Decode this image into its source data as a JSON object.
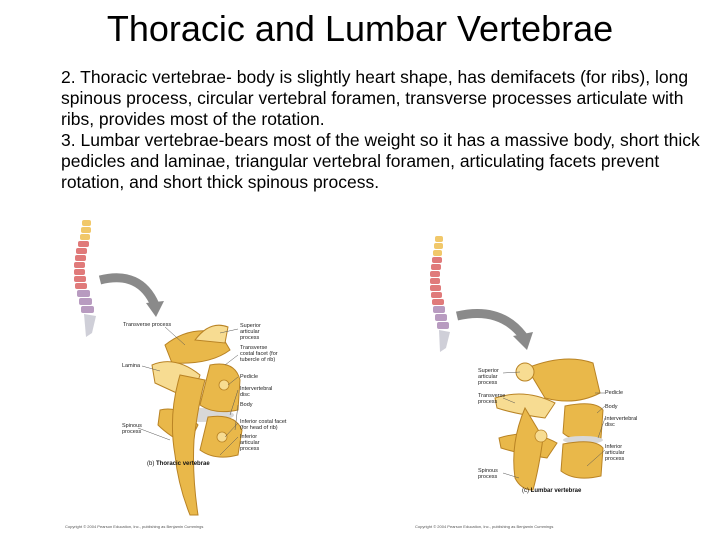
{
  "title": "Thoracic and Lumbar Vertebrae",
  "paragraphs": [
    "2.  Thoracic vertebrae- body is slightly heart shape, has demifacets (for ribs), long spinous process, circular vertebral foramen, transverse processes articulate with ribs, provides most of the rotation.",
    "3.  Lumbar vertebrae-bears most of the weight so it has a massive body, short thick pedicles and laminae,  triangular vertebral foramen, articulating facets prevent rotation, and short thick spinous process."
  ],
  "thoracic_figure": {
    "letter": "(b)",
    "caption": "Thoracic vertebrae",
    "labels": {
      "transverse_process": "Transverse process",
      "superior_articular_process": "Superior\narticular\nprocess",
      "transverse_costal_facet": "Transverse\ncostal facet (for\ntubercle of rib)",
      "lamina": "Lamina",
      "pedicle": "Pedicle",
      "intervertebral_disc": "Intervertebral\ndisc",
      "body": "Body",
      "spinous_process": "Spinous\nprocess",
      "inferior_costal_facet": "Inferior costal facet\n(for head of rib)",
      "inferior_articular_process": "Inferior\narticular\nprocess"
    },
    "copyright": "Copyright © 2004 Pearson Education, Inc., publishing as Benjamin Cummings"
  },
  "lumbar_figure": {
    "letter": "(c)",
    "caption": "Lumbar vertebrae",
    "labels": {
      "superior_articular_process": "Superior\narticular\nprocess",
      "transverse_process": "Transverse\nprocess",
      "pedicle": "Pedicle",
      "body": "Body",
      "intervertebral_disc": "Intervertebral\ndisc",
      "inferior_articular_process": "Inferior\narticular\nprocess",
      "spinous_process": "Spinous\nprocess"
    },
    "copyright": "Copyright © 2004 Pearson Education, Inc., publishing as Benjamin Cummings"
  },
  "colors": {
    "bone": "#e9b84a",
    "bone_dark": "#b98324",
    "bone_light": "#f7dc92",
    "cervical": "#f1c86a",
    "thoracic": "#e07a7a",
    "lumbar": "#b89bc0",
    "sacrum": "#cfcfd8",
    "arrow": "#8a8a8a",
    "disc": "#d8d8d8"
  }
}
